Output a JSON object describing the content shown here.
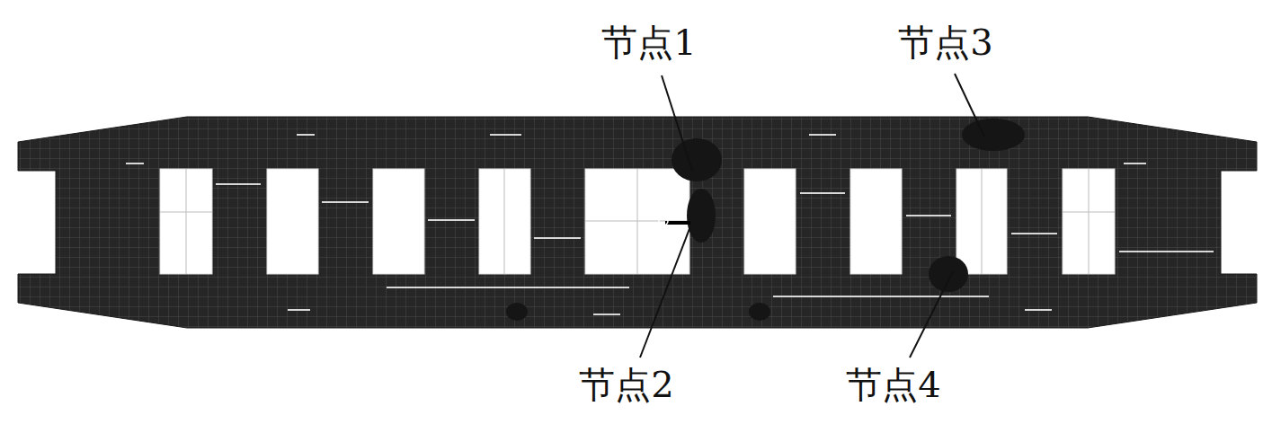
{
  "diagram": {
    "labels": [
      "节点1",
      "节点2",
      "节点3",
      "节点4"
    ]
  }
}
